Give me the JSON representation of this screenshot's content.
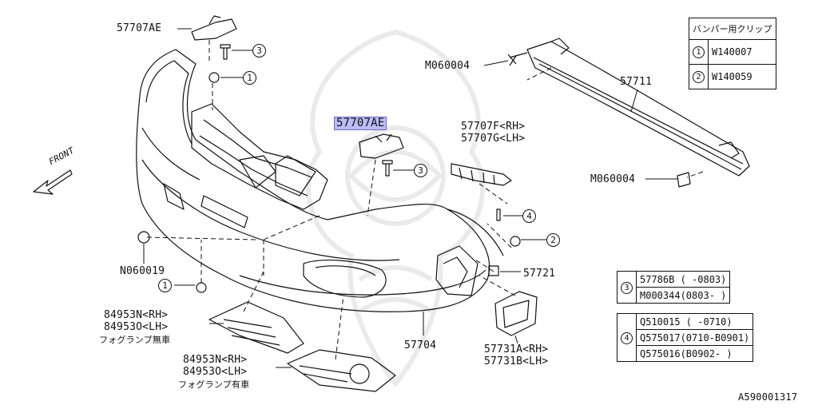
{
  "diagram": {
    "doc_code": "A590001317",
    "highlighted_part": "57707AE",
    "front_label": "FRONT",
    "parts": {
      "p57707AE_top": "57707AE",
      "pM060004_top": "M060004",
      "pM060004_bot": "M060004",
      "p57711": "57711",
      "p57707F": "57707F<RH>",
      "p57707G": "57707G<LH>",
      "pN060019": "N060019",
      "p57721": "57721",
      "p57704": "57704",
      "p57731A": "57731A<RH>",
      "p57731B": "57731B<LH>",
      "p84953N_1": "84953N<RH>",
      "p84953D_1": "84953O<LH>",
      "fog_none": "フォグランプ無車",
      "p84953N_2": "84953N<RH>",
      "p84953D_2": "84953O<LH>",
      "fog_with": "フォグランプ有車"
    },
    "callouts": {
      "c3a": "3",
      "c1a": "1",
      "c3b": "3",
      "c4": "4",
      "c2": "2",
      "c1b": "1"
    },
    "clip_table": {
      "title": "バンパー用クリップ",
      "rows": [
        {
          "num": "1",
          "part": "W140007"
        },
        {
          "num": "2",
          "part": "W140059"
        }
      ]
    },
    "table3": {
      "num": "3",
      "rows": [
        "57786B (      -0803)",
        "M000344(0803-      )"
      ]
    },
    "table4": {
      "num": "4",
      "rows": [
        "Q510015 (      -0710)",
        "Q575017(0710-B0901)",
        "Q575016(B0902-    )"
      ]
    }
  },
  "colors": {
    "line": "#111111",
    "highlight": "#b9bdf5"
  }
}
